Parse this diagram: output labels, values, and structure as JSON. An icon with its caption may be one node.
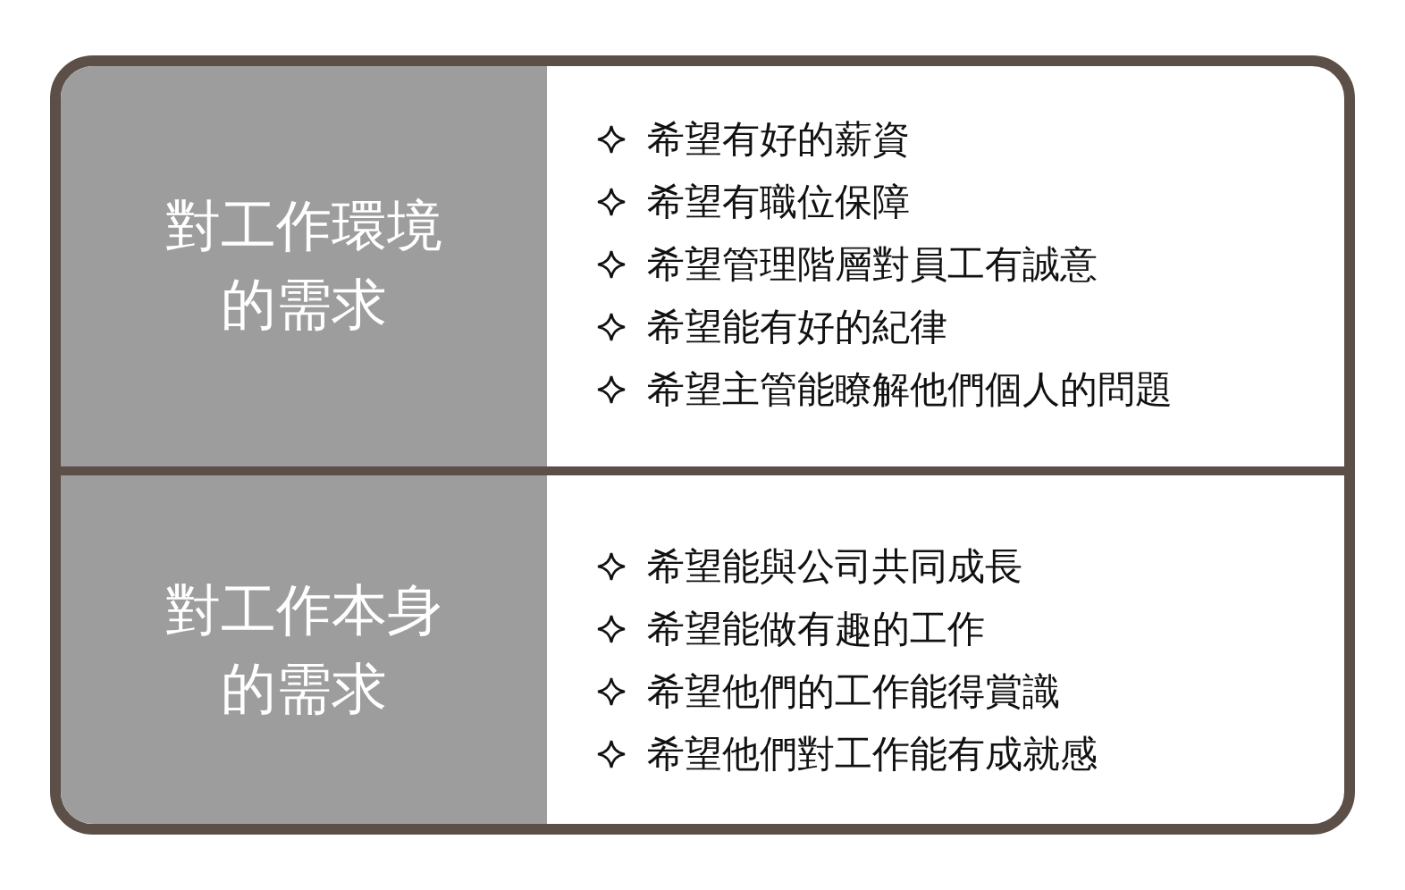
{
  "diagram": {
    "nodes": [
      {
        "text": [
          "對工作環境的需求"
        ]
      },
      {
        "text": [
          "希望有好的薪資",
          "希望有職位保障",
          "希望管理階層對員工有誠意",
          "希望能有好的紀律",
          "希望主管能瞭解他們個人的問題"
        ]
      },
      {
        "text": [
          "對工作本身的需求"
        ]
      },
      {
        "text": [
          "希望能與公司共同成長",
          "希望能做有趣的工作",
          "希望他們的工作能得賞識",
          "希望他們對工作能有成就感"
        ]
      }
    ]
  }
}
